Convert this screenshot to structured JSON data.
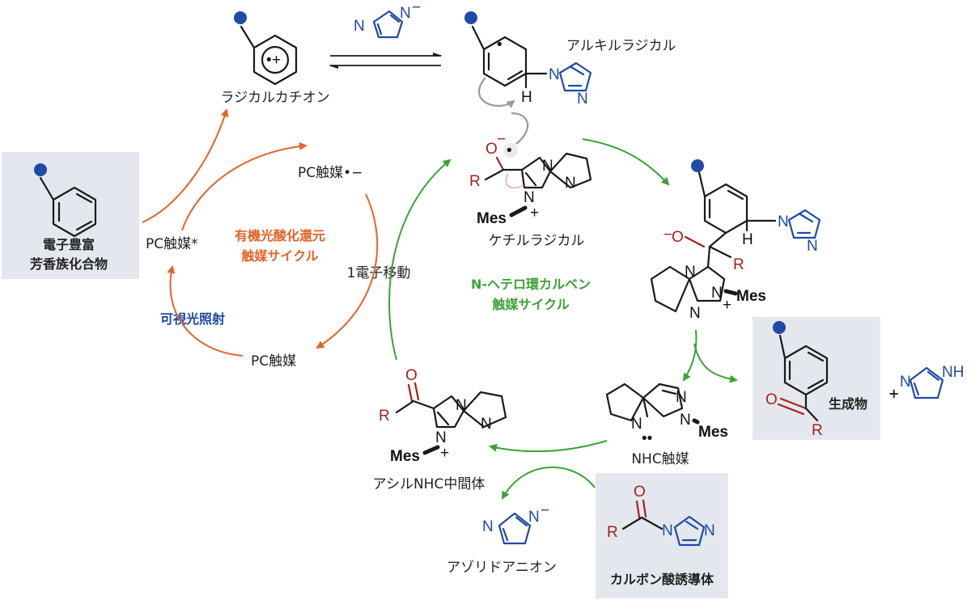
{
  "colors": {
    "orange_cycle": "#e4642a",
    "green_cycle": "#3aa335",
    "blue": "#1f4aa8",
    "red": "#a8201a",
    "box": "#e4e8ee",
    "substituent_dot": "#1f4aa8"
  },
  "labels": {
    "substrate_line1": "電子豊富",
    "substrate_line2": "芳香族化合物",
    "radical_cation": "ラジカルカチオン",
    "alkyl_radical": "アルキルラジカル",
    "ketyl_radical": "ケチルラジカル",
    "pc_excited": "PC触媒*",
    "pc_radical_anion": "PC触媒•−",
    "pc_ground": "PC触媒",
    "photoredox_cycle_line1": "有機光酸化還元",
    "photoredox_cycle_line2": "触媒サイクル",
    "visible_light": "可視光照射",
    "set": "1電子移動",
    "nhc_cycle_line1": "N-ヘテロ環カルベン",
    "nhc_cycle_line2": "触媒サイクル",
    "acyl_nhc": "アシルNHC中間体",
    "nhc_catalyst": "NHC触媒",
    "product": "生成物",
    "plus": "+",
    "azolide_anion": "アゾリドアニオン",
    "carboxylic_derivative": "カルボン酸誘導体"
  },
  "atoms": {
    "N": "N",
    "H": "H",
    "R": "R",
    "O": "O",
    "Mes": "Mes",
    "O_minus": "O",
    "NH": "NH",
    "minus": "−",
    "plus_charge": "+"
  }
}
